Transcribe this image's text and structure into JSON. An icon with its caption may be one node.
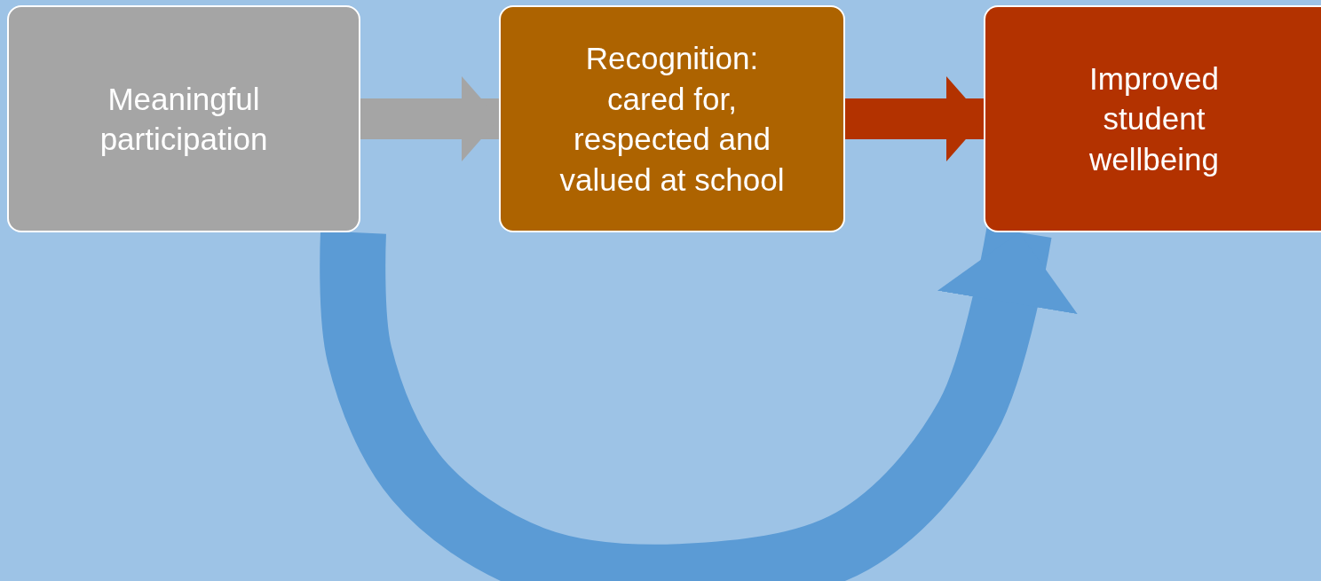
{
  "diagram": {
    "nodes": [
      {
        "text": [
          "Meaningful participation"
        ]
      },
      {
        "text": [
          "Recognition: cared for, respected and valued at school"
        ]
      },
      {
        "text": [
          "Improved student wellbeing"
        ]
      }
    ],
    "edges": [
      {
        "from": 0,
        "to": 1,
        "arrow": "to",
        "color": "#a5a5a5"
      },
      {
        "from": 1,
        "to": 2,
        "arrow": "to",
        "color": "#b33200"
      },
      {
        "from": 0,
        "to": 2,
        "arrow": "to",
        "color": "#5b9bd5"
      }
    ]
  }
}
